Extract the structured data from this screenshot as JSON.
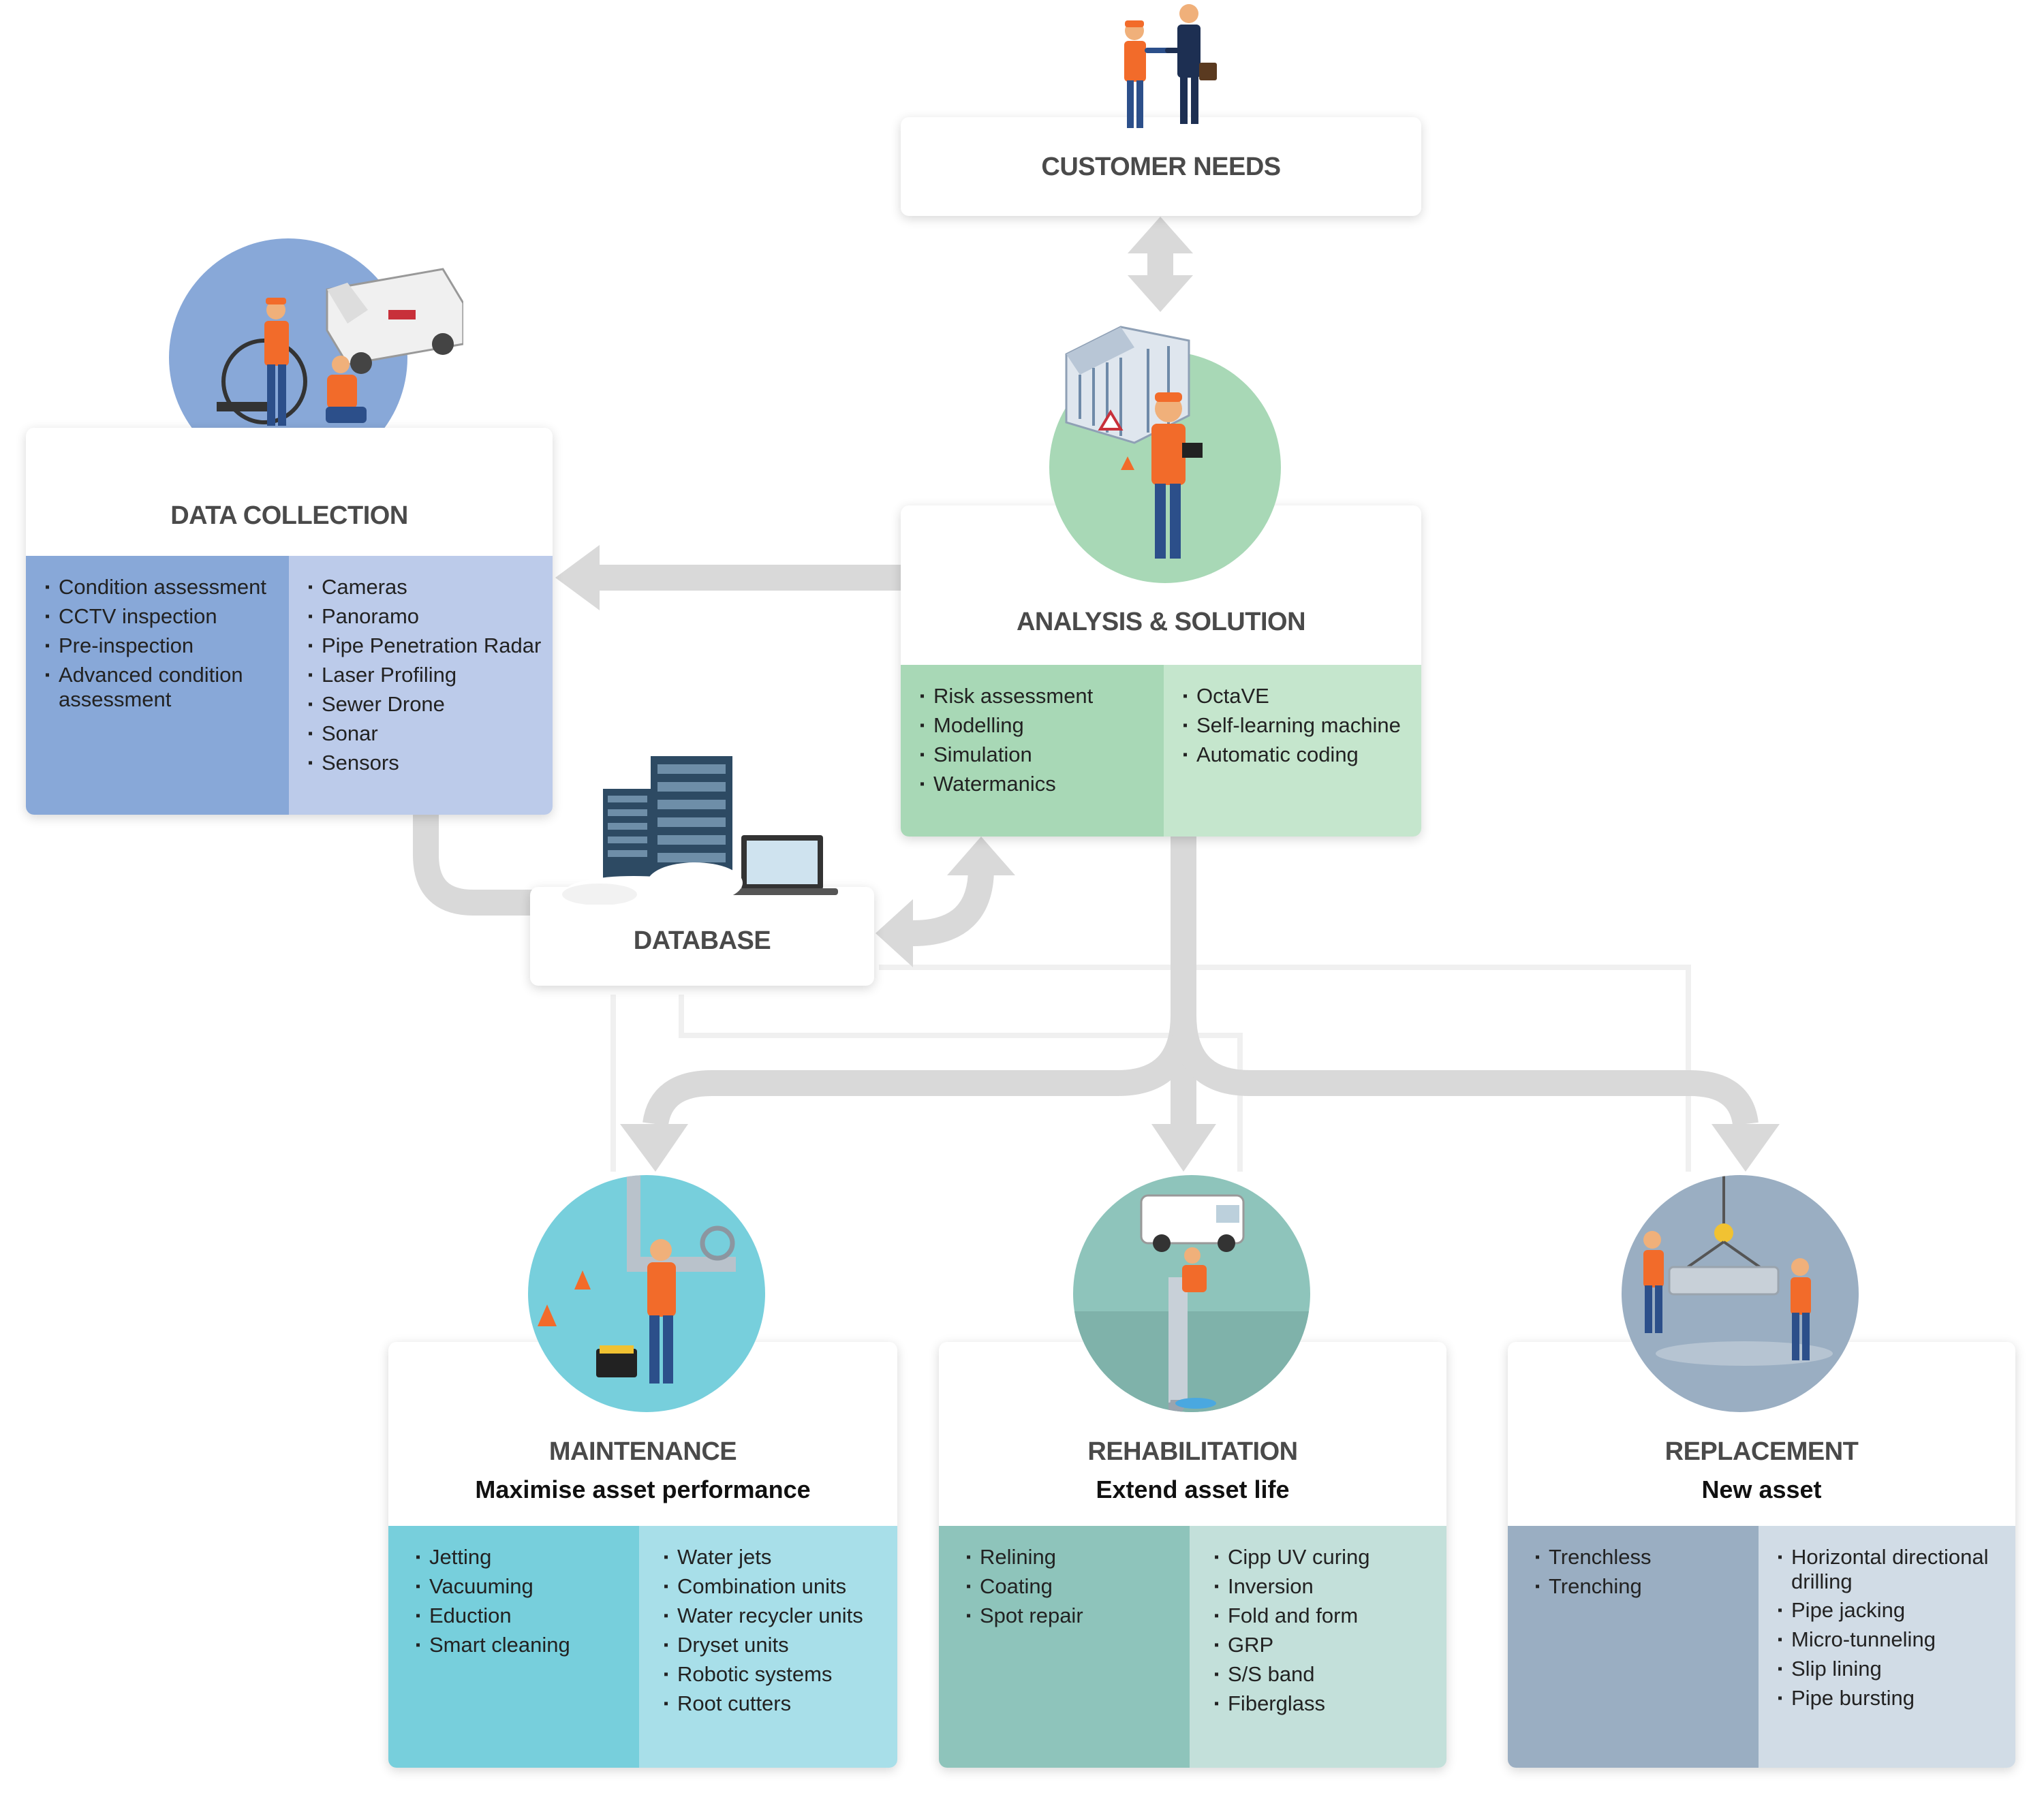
{
  "colors": {
    "arrow": "#d9d9d9",
    "data_collection_dark": "#88a8d8",
    "data_collection_light": "#bccbea",
    "analysis_dark": "#a8d8b6",
    "analysis_light": "#c5e6cd",
    "maintenance_dark": "#77cfdc",
    "maintenance_light": "#a8dfe9",
    "rehabilitation_dark": "#8ec4bb",
    "rehabilitation_light": "#c3e0da",
    "replacement_dark": "#9aaec2",
    "replacement_light": "#d1dce6"
  },
  "customer_needs": {
    "title": "CUSTOMER NEEDS",
    "icon": "handshake-icon"
  },
  "database": {
    "title": "DATABASE",
    "icon": "server-cloud-icon"
  },
  "data_collection": {
    "title": "DATA COLLECTION",
    "icon": "cctv-van-icon",
    "col1": [
      "Condition assessment",
      "CCTV inspection",
      "Pre-inspection",
      "Advanced condition assessment"
    ],
    "col2": [
      "Cameras",
      "Panoramo",
      "Pipe Penetration Radar",
      "Laser Profiling",
      "Sewer Drone",
      "Sonar",
      "Sensors"
    ]
  },
  "analysis": {
    "title": "ANALYSIS & SOLUTION",
    "icon": "engineer-tablet-icon",
    "col1": [
      "Risk assessment",
      "Modelling",
      "Simulation",
      "Watermanics"
    ],
    "col2": [
      "OctaVE",
      "Self-learning machine",
      "Automatic coding"
    ]
  },
  "maintenance": {
    "title": "MAINTENANCE",
    "subtitle": "Maximise asset performance",
    "icon": "pipe-valve-icon",
    "col1": [
      "Jetting",
      "Vacuuming",
      "Eduction",
      "Smart cleaning"
    ],
    "col2": [
      "Water jets",
      "Combination units",
      "Water recycler units",
      "Dryset units",
      "Robotic systems",
      "Root cutters"
    ]
  },
  "rehabilitation": {
    "title": "REHABILITATION",
    "subtitle": "Extend asset life",
    "icon": "relining-van-icon",
    "col1": [
      "Relining",
      "Coating",
      "Spot repair"
    ],
    "col2": [
      "Cipp UV curing",
      "Inversion",
      "Fold and form",
      "GRP",
      "S/S band",
      "Fiberglass"
    ]
  },
  "replacement": {
    "title": "REPLACEMENT",
    "subtitle": "New asset",
    "icon": "crane-pipe-icon",
    "col1": [
      "Trenchless",
      "Trenching"
    ],
    "col2": [
      "Horizontal directional drilling",
      "Pipe jacking",
      "Micro-tunneling",
      "Slip lining",
      "Pipe bursting"
    ]
  }
}
